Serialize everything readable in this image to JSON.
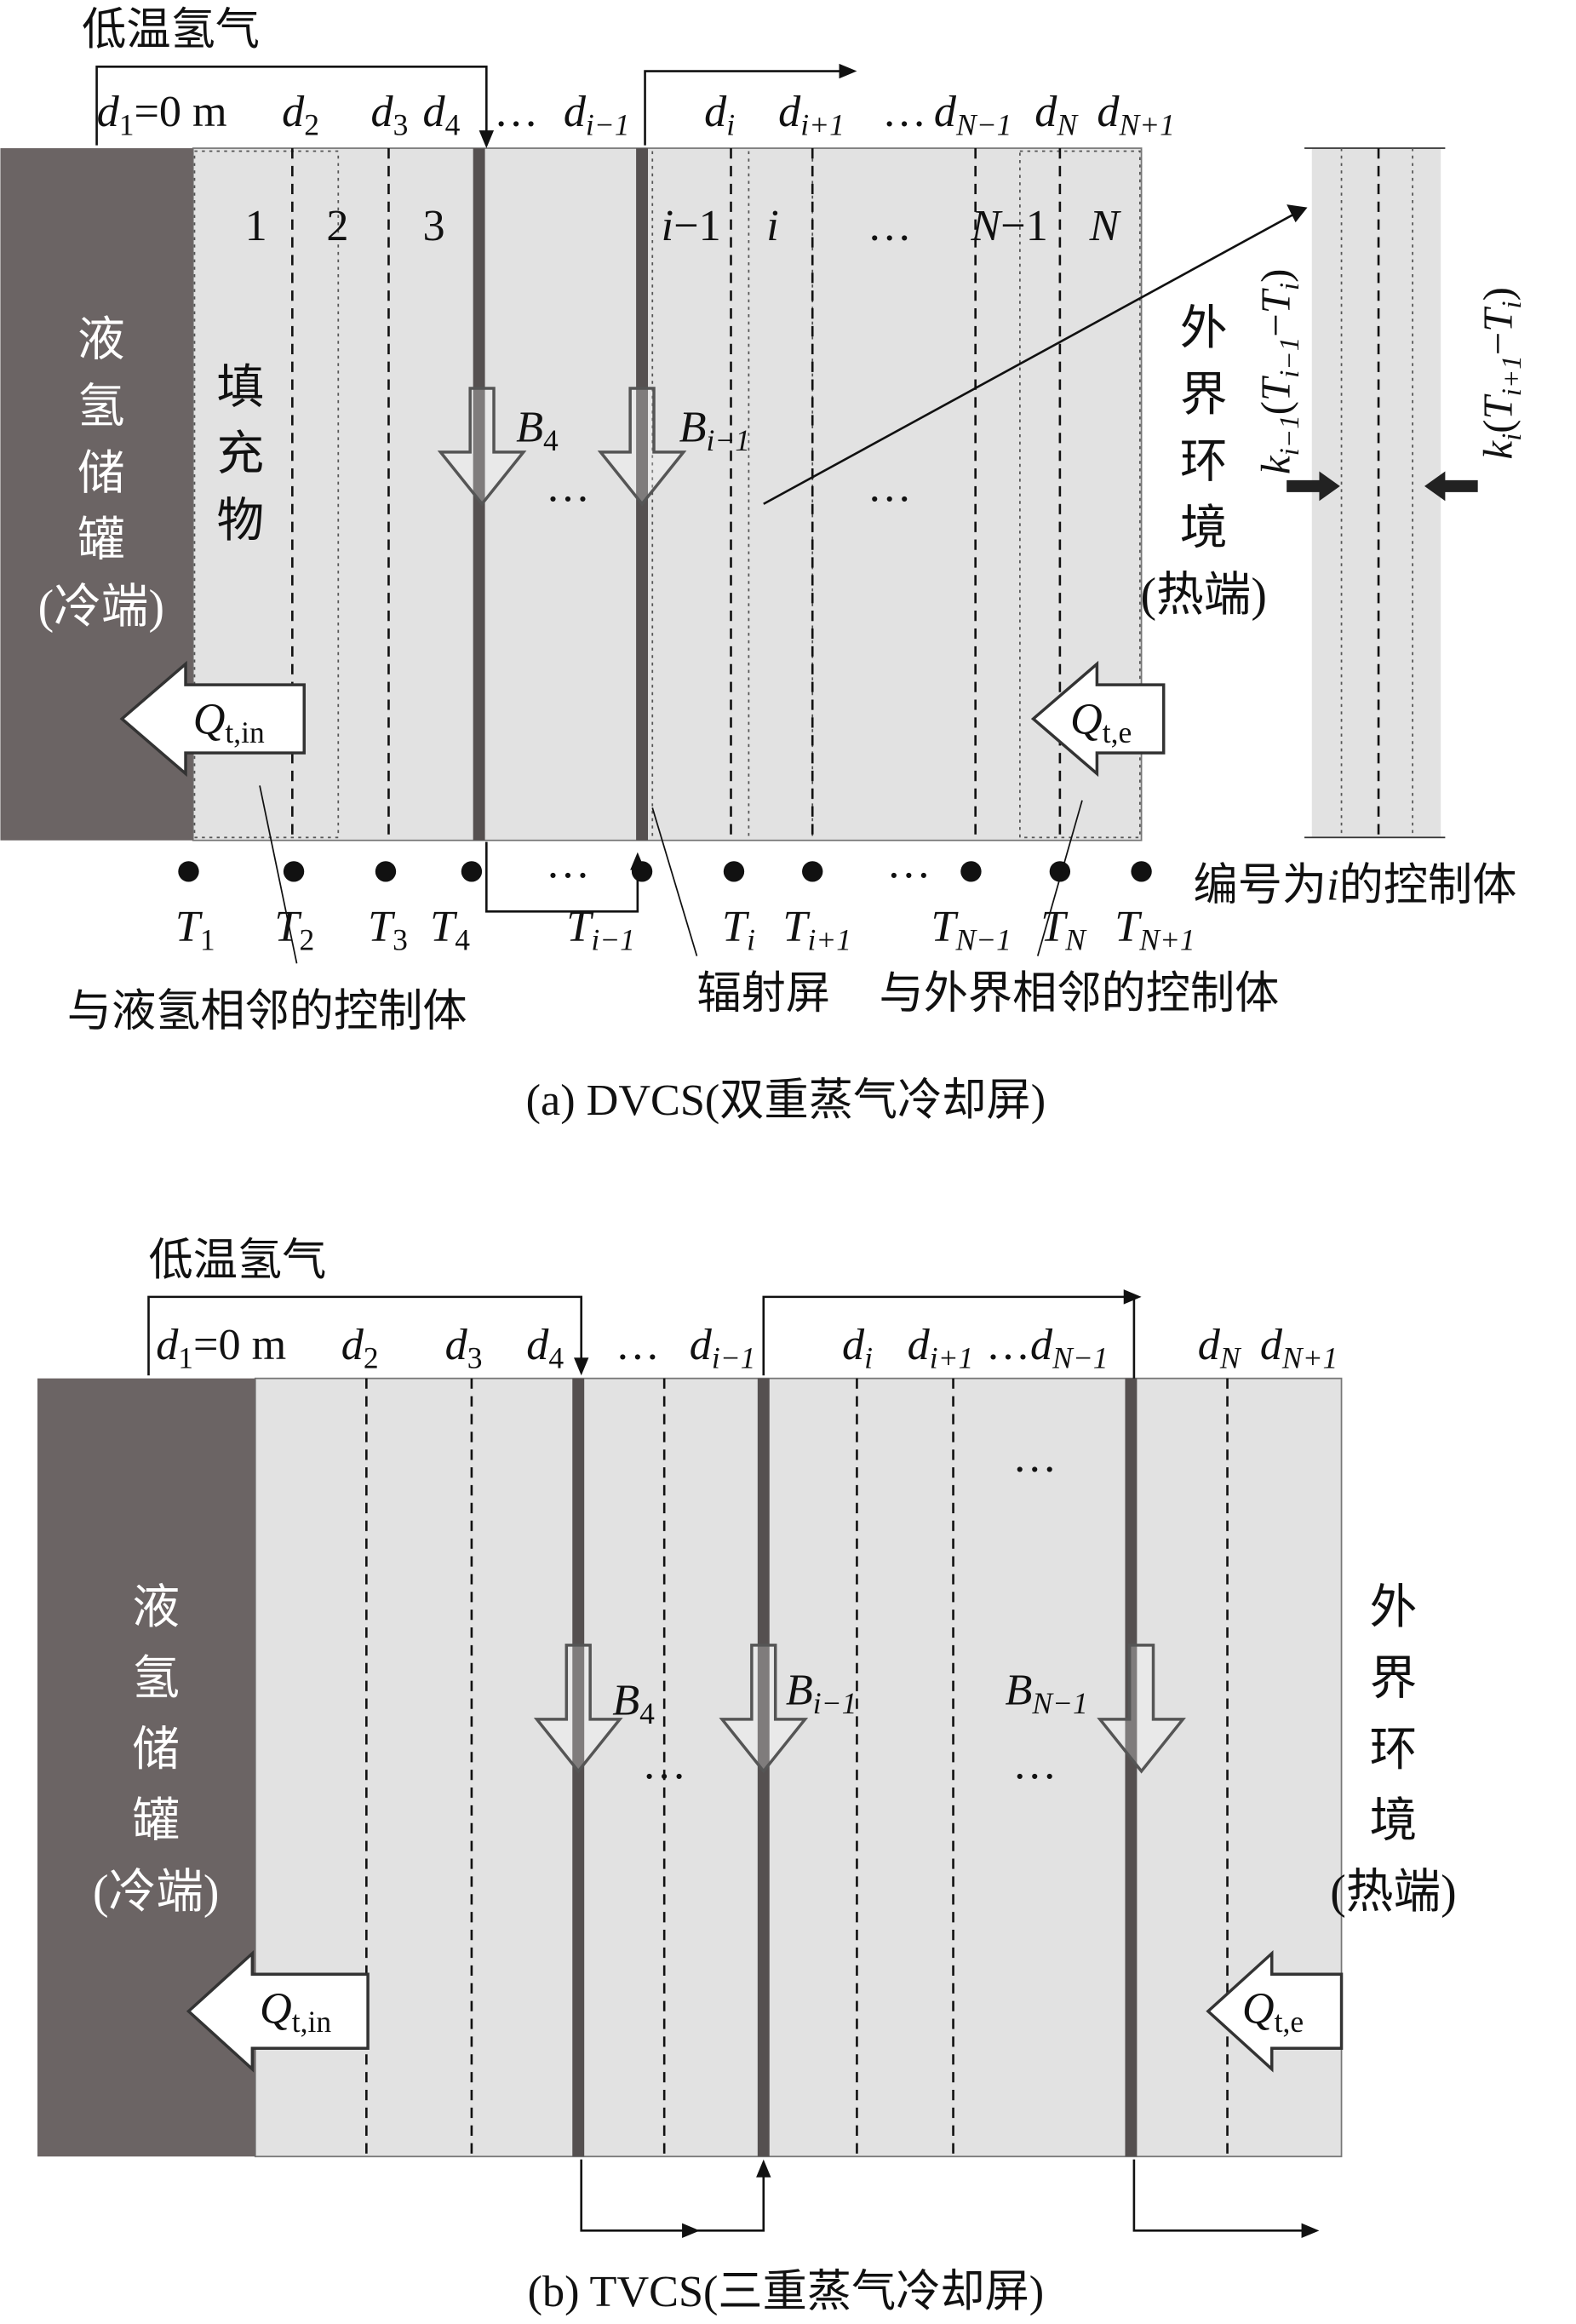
{
  "panel_a": {
    "gas_label": "低温氢气",
    "d_labels": [
      [
        [
          "d",
          "i"
        ],
        [
          "1",
          "sr"
        ],
        [
          "=0 m",
          "r"
        ]
      ],
      [
        [
          "d",
          "i"
        ],
        [
          "2",
          "sr"
        ]
      ],
      [
        [
          "d",
          "i"
        ],
        [
          "3",
          "sr"
        ]
      ],
      [
        [
          "d",
          "i"
        ],
        [
          "4",
          "sr"
        ]
      ],
      [
        [
          "…",
          "r"
        ]
      ],
      [
        [
          "d",
          "i"
        ],
        [
          "i−1",
          "s"
        ]
      ],
      [
        [
          "d",
          "i"
        ],
        [
          "i",
          "s"
        ]
      ],
      [
        [
          "d",
          "i"
        ],
        [
          "i+1",
          "s"
        ]
      ],
      [
        [
          "…",
          "r"
        ]
      ],
      [
        [
          "d",
          "i"
        ],
        [
          "N−1",
          "s"
        ]
      ],
      [
        [
          "d",
          "i"
        ],
        [
          "N",
          "s"
        ]
      ],
      [
        [
          "d",
          "i"
        ],
        [
          "N+1",
          "s"
        ]
      ]
    ],
    "cv_numbers": [
      [
        [
          "1",
          "r"
        ]
      ],
      [
        [
          "2",
          "r"
        ]
      ],
      [
        [
          "3",
          "r"
        ]
      ],
      [
        [
          "i",
          "i"
        ],
        [
          "−1",
          "r"
        ]
      ],
      [
        [
          "i",
          "i"
        ]
      ],
      [
        [
          "…",
          "r"
        ]
      ],
      [
        [
          "N",
          "i"
        ],
        [
          "−1",
          "r"
        ]
      ],
      [
        [
          "N",
          "i"
        ]
      ]
    ],
    "tank_label": [
      "液",
      "氢",
      "储",
      "罐",
      "(冷端)"
    ],
    "filler_label": [
      "填",
      "充",
      "物"
    ],
    "env_label": [
      "外",
      "界",
      "环",
      "境",
      "(热端)"
    ],
    "b_labels": [
      [
        [
          "B",
          "i"
        ],
        [
          "4",
          "sr"
        ]
      ],
      [
        [
          "B",
          "i"
        ],
        [
          "i−1",
          "s"
        ]
      ]
    ],
    "ellipses": [
      [
        [
          "…",
          "r"
        ]
      ],
      [
        [
          "…",
          "r"
        ]
      ]
    ],
    "q_in": [
      [
        "Q",
        "i"
      ],
      [
        "t,in",
        "sr"
      ]
    ],
    "q_e": [
      [
        "Q",
        "i"
      ],
      [
        "t,e",
        "sr"
      ]
    ],
    "detail_left": [
      [
        "k",
        "i"
      ],
      [
        "i−1",
        "s"
      ],
      [
        "(",
        "r"
      ],
      [
        "T",
        "i"
      ],
      [
        "i−1",
        "s"
      ],
      [
        "−",
        "r"
      ],
      [
        "T",
        "i"
      ],
      [
        "i",
        "s"
      ],
      [
        ")",
        "r"
      ]
    ],
    "detail_right": [
      [
        "k",
        "i"
      ],
      [
        "i",
        "s"
      ],
      [
        "(",
        "r"
      ],
      [
        "T",
        "i"
      ],
      [
        "i+1",
        "s"
      ],
      [
        "−",
        "r"
      ],
      [
        "T",
        "i"
      ],
      [
        "i",
        "s"
      ],
      [
        ")",
        "r"
      ]
    ],
    "t_labels": [
      [
        [
          "T",
          "i"
        ],
        [
          "1",
          "sr"
        ]
      ],
      [
        [
          "T",
          "i"
        ],
        [
          "2",
          "sr"
        ]
      ],
      [
        [
          "T",
          "i"
        ],
        [
          "3",
          "sr"
        ]
      ],
      [
        [
          "T",
          "i"
        ],
        [
          "4",
          "sr"
        ]
      ],
      [
        [
          "…",
          "r"
        ]
      ],
      [
        [
          "T",
          "i"
        ],
        [
          "i−1",
          "s"
        ]
      ],
      [
        [
          "T",
          "i"
        ],
        [
          "i",
          "s"
        ]
      ],
      [
        [
          "T",
          "i"
        ],
        [
          "i+1",
          "s"
        ]
      ],
      [
        [
          "…",
          "r"
        ]
      ],
      [
        [
          "T",
          "i"
        ],
        [
          "N−1",
          "s"
        ]
      ],
      [
        [
          "T",
          "i"
        ],
        [
          "N",
          "s"
        ]
      ],
      [
        [
          "T",
          "i"
        ],
        [
          "N+1",
          "s"
        ]
      ]
    ],
    "cv_index_label": [
      [
        "编号为",
        "r"
      ],
      [
        "i",
        "i"
      ],
      [
        "的控制体",
        "r"
      ]
    ],
    "callout_cold": "与液氢相邻的控制体",
    "callout_shield": "辐射屏",
    "callout_env": "与外界相邻的控制体",
    "caption": "(a) DVCS(双重蒸气冷却屏)"
  },
  "panel_b": {
    "gas_label": "低温氢气",
    "d_labels": [
      [
        [
          "d",
          "i"
        ],
        [
          "1",
          "sr"
        ],
        [
          "=0 m",
          "r"
        ]
      ],
      [
        [
          "d",
          "i"
        ],
        [
          "2",
          "sr"
        ]
      ],
      [
        [
          "d",
          "i"
        ],
        [
          "3",
          "sr"
        ]
      ],
      [
        [
          "d",
          "i"
        ],
        [
          "4",
          "sr"
        ]
      ],
      [
        [
          "…",
          "r"
        ]
      ],
      [
        [
          "d",
          "i"
        ],
        [
          "i−1",
          "s"
        ]
      ],
      [
        [
          "d",
          "i"
        ],
        [
          "i",
          "s"
        ]
      ],
      [
        [
          "d",
          "i"
        ],
        [
          "i+1",
          "s"
        ]
      ],
      [
        [
          "…",
          "r"
        ],
        [
          "d",
          "i"
        ],
        [
          "N−1",
          "s"
        ]
      ],
      [
        [
          "d",
          "i"
        ],
        [
          "N",
          "s"
        ]
      ],
      [
        [
          "d",
          "i"
        ],
        [
          "N+1",
          "s"
        ]
      ]
    ],
    "tank_label": [
      "液",
      "氢",
      "储",
      "罐",
      "(冷端)"
    ],
    "env_label": [
      "外",
      "界",
      "环",
      "境",
      "(热端)"
    ],
    "b_labels": [
      [
        [
          "B",
          "i"
        ],
        [
          "4",
          "sr"
        ]
      ],
      [
        [
          "B",
          "i"
        ],
        [
          "i−1",
          "s"
        ]
      ],
      [
        [
          "B",
          "i"
        ],
        [
          "N−1",
          "s"
        ]
      ]
    ],
    "ellipses": [
      [
        [
          "…",
          "r"
        ]
      ],
      [
        [
          "…",
          "r"
        ]
      ],
      [
        [
          "…",
          "r"
        ]
      ]
    ],
    "q_in": [
      [
        "Q",
        "i"
      ],
      [
        "t,in",
        "sr"
      ]
    ],
    "q_e": [
      [
        "Q",
        "i"
      ],
      [
        "t,e",
        "sr"
      ]
    ],
    "caption": "(b) TVCS(三重蒸气冷却屏)"
  },
  "colors": {
    "tank": "#6b6464",
    "filler": "#e2e2e2",
    "shield": "#555050"
  }
}
